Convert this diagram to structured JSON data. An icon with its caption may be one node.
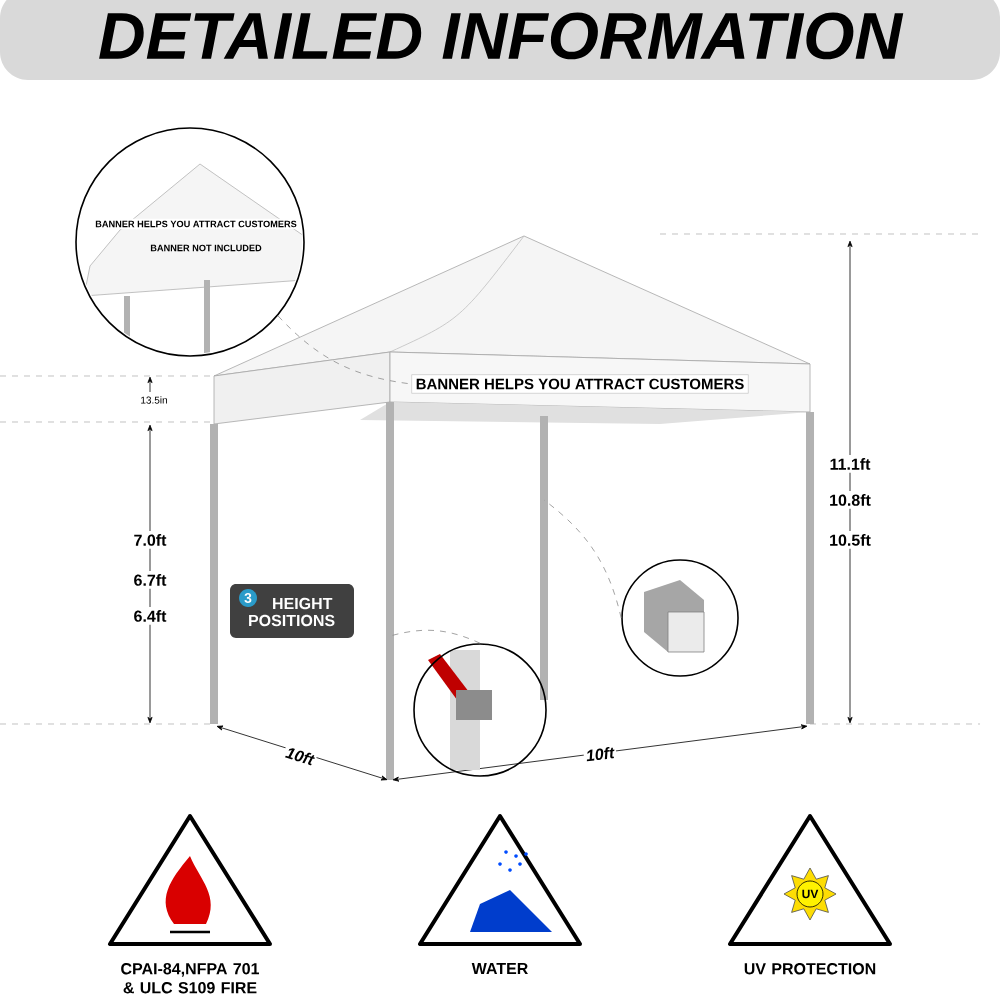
{
  "diagram": {
    "title": "DETAILED INFORMATION",
    "nodes": [
      {
        "text": [
          "BANNER HELPS YOU ATTRACT CUSTOMERS",
          "BANNER NOT INCLUDED"
        ]
      },
      {
        "text": [],
        "shape": "picture"
      },
      {
        "text": [],
        "shape": "picture"
      },
      {
        "text": [
          "3",
          "HEIGHT POSITIONS"
        ]
      },
      {
        "text": [
          "BANNER HELPS YOU ATTRACT CUSTOMERS"
        ]
      }
    ],
    "edges": [
      {
        "from": 0,
        "to": 4,
        "arrow": "none",
        "style": "dashed"
      },
      {
        "from": 1,
        "to": null,
        "arrow": "none",
        "style": "dashed"
      },
      {
        "from": 2,
        "to": null,
        "arrow": "none",
        "style": "dashed"
      }
    ],
    "labels": [
      "13.5in",
      "7.0ft",
      "6.7ft",
      "6.4ft",
      "11.1ft",
      "10.8ft",
      "10.5ft",
      "10ft",
      "10ft",
      "CPAI-84,NFPA 701 & ULC S109 FIRE",
      "WATER",
      "UV",
      "UV PROTECTION"
    ]
  }
}
